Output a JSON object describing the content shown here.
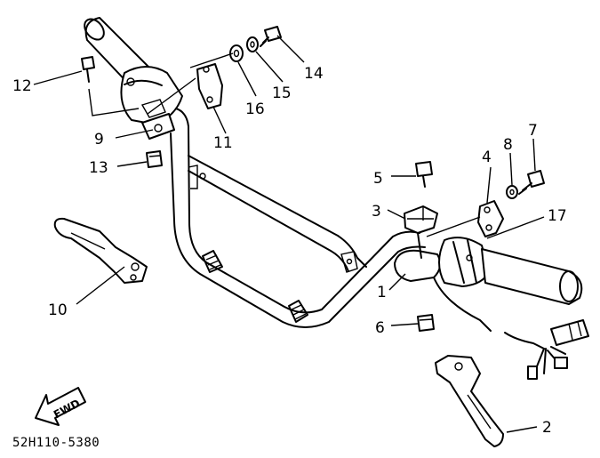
{
  "diagram": {
    "part_labels": {
      "p1": "1",
      "p2": "2",
      "p3": "3",
      "p4": "4",
      "p5": "5",
      "p6": "6",
      "p7": "7",
      "p8": "8",
      "p9": "9",
      "p10": "10",
      "p11": "11",
      "p12": "12",
      "p13": "13",
      "p14": "14",
      "p15": "15",
      "p16": "16",
      "p17": "17"
    },
    "direction_arrow": "FWD",
    "drawing_code": "52H110-5380"
  }
}
